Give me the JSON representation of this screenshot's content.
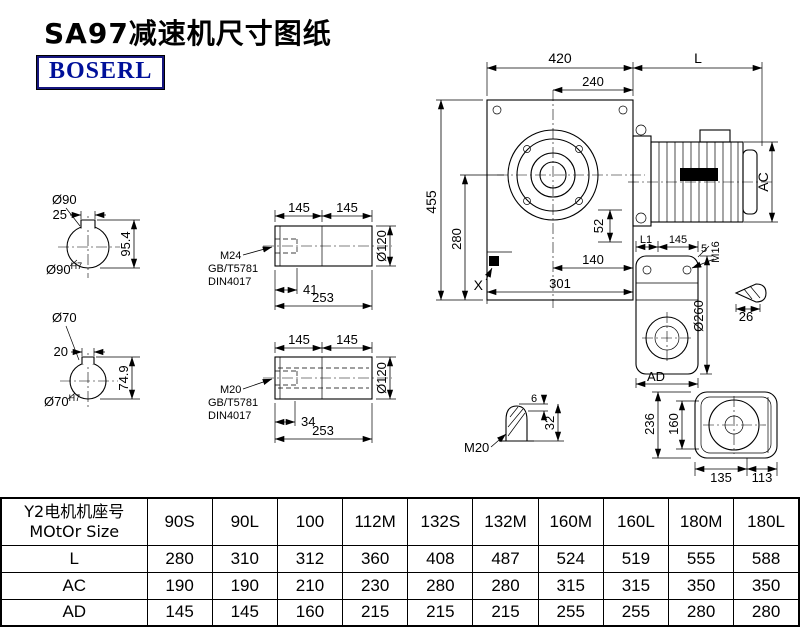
{
  "title": "SA97减速机尺寸图纸",
  "logo": "BOSERL",
  "drawing": {
    "main": {
      "d420": "420",
      "dL": "L",
      "d240": "240",
      "d455": "455",
      "d280": "280",
      "dAC": "AC",
      "d52": "52",
      "d140": "140",
      "d301": "301",
      "dX": "X"
    },
    "bore90": {
      "dia": "Ø90",
      "key": "25",
      "height": "95.4",
      "fit_base": "Ø90",
      "fit_sup": "H7"
    },
    "bore70": {
      "dia": "Ø70",
      "key": "20",
      "height": "74.9",
      "fit_base": "Ø70",
      "fit_sup": "H7"
    },
    "shaft1": {
      "len1": "145",
      "len2": "145",
      "dia": "Ø120",
      "thread": "M24",
      "std1": "GB/T5781",
      "std2": "DIN4017",
      "depth": "41",
      "total": "253"
    },
    "shaft2": {
      "len1": "145",
      "len2": "145",
      "dia": "Ø120",
      "thread": "M20",
      "std1": "GB/T5781",
      "std2": "DIN4017",
      "depth": "34",
      "total": "253"
    },
    "flange": {
      "dL1": "L1",
      "d145": "145",
      "d5": "5",
      "thread": "M16",
      "dia": "Ø260",
      "d26": "26",
      "dAD": "AD"
    },
    "plug": {
      "d6": "6",
      "d32": "32",
      "thread": "M20"
    },
    "rear": {
      "d236": "236",
      "d160": "160",
      "d135": "135",
      "d113": "113"
    }
  },
  "table": {
    "header": {
      "line1": "Y2电机机座号",
      "line2": "MOtOr Size"
    },
    "columns": [
      "90S",
      "90L",
      "100",
      "112M",
      "132S",
      "132M",
      "160M",
      "160L",
      "180M",
      "180L"
    ],
    "rows": [
      {
        "label": "L",
        "values": [
          "280",
          "310",
          "312",
          "360",
          "408",
          "487",
          "524",
          "519",
          "555",
          "588"
        ]
      },
      {
        "label": "AC",
        "values": [
          "190",
          "190",
          "210",
          "230",
          "280",
          "280",
          "315",
          "315",
          "350",
          "350"
        ]
      },
      {
        "label": "AD",
        "values": [
          "145",
          "145",
          "160",
          "215",
          "215",
          "215",
          "255",
          "255",
          "280",
          "280"
        ]
      }
    ]
  }
}
